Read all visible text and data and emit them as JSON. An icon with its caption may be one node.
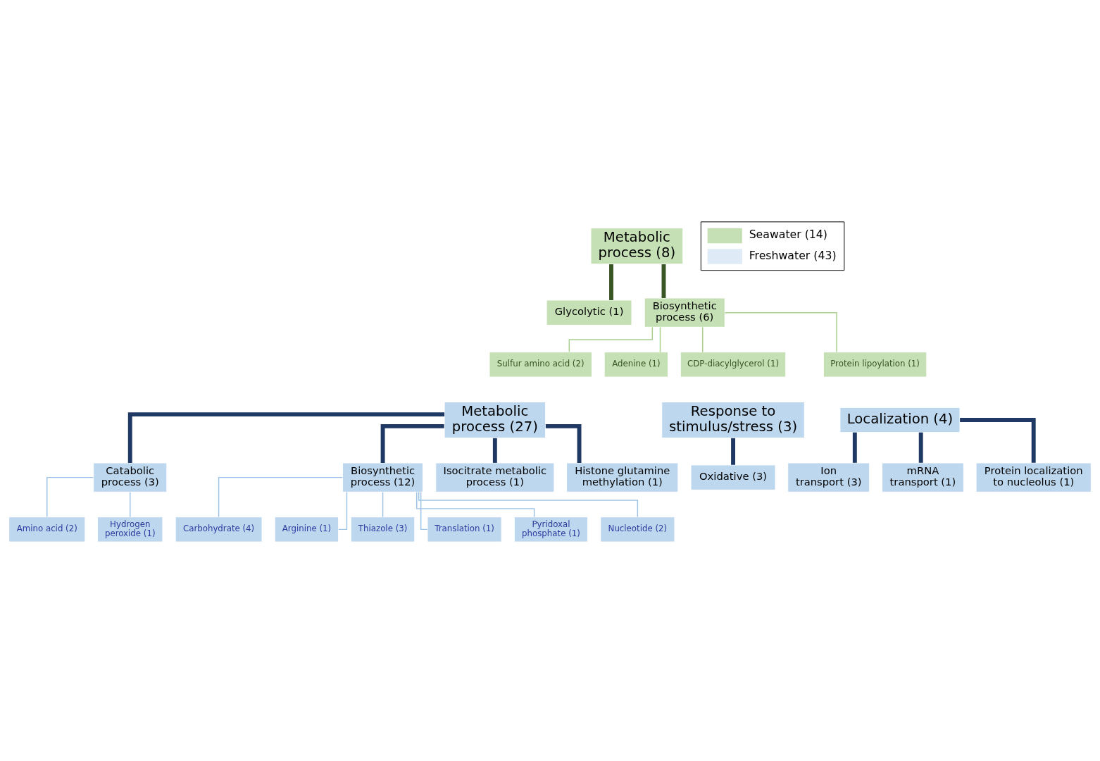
{
  "diagram": {
    "nodes": [
      {
        "text": [
          "Metabolic process (8)"
        ]
      },
      {
        "text": [
          "Glycolytic (1)"
        ]
      },
      {
        "text": [
          "Biosynthetic process (6)"
        ]
      },
      {
        "text": [
          "Sulfur amino acid (2)"
        ]
      },
      {
        "text": [
          "Adenine (1)"
        ]
      },
      {
        "text": [
          "CDP-diacylglycerol (1)"
        ]
      },
      {
        "text": [
          "Protein lipoylation (1)"
        ]
      },
      {
        "text": [
          "Metabolic process (27)"
        ]
      },
      {
        "text": [
          "Response to stimulus/stress (3)"
        ]
      },
      {
        "text": [
          "Localization (4)"
        ]
      },
      {
        "text": [
          "Catabolic process (3)"
        ]
      },
      {
        "text": [
          "Biosynthetic process (12)"
        ]
      },
      {
        "text": [
          "Oxidative (3)"
        ]
      },
      {
        "text": [
          "Ion transport (3)"
        ]
      },
      {
        "text": [
          "mRNA transport (1)"
        ]
      },
      {
        "text": [
          "Amino acid (2)"
        ]
      },
      {
        "text": [
          "Hydrogen peroxide (1)"
        ]
      },
      {
        "text": [
          "Carbohydrate (4)"
        ]
      },
      {
        "text": [
          "Arginine (1)"
        ]
      },
      {
        "text": [
          "Thiazole (3)"
        ]
      },
      {
        "text": [
          "Translation (1)"
        ]
      },
      {
        "text": [
          "Pyridoxal phosphate (1)"
        ]
      },
      {
        "text": [
          "Nucleotide (2)"
        ]
      },
      {
        "text": [
          "Protein localization to nucleolus (1)"
        ]
      },
      {
        "text": [
          "Isocitrate metabolic process (1)"
        ]
      },
      {
        "text": [
          "Histone glutamine methylation (1)"
        ]
      }
    ],
    "edges": [
      {
        "from": 0,
        "to": 1,
        "arrow": "none",
        "style": "thick",
        "color": "#375623"
      },
      {
        "from": 0,
        "to": 2,
        "arrow": "none",
        "style": "thick",
        "color": "#375623"
      },
      {
        "from": 2,
        "to": 3,
        "arrow": "none",
        "color": "#a9d18e"
      },
      {
        "from": 2,
        "to": 4,
        "arrow": "none",
        "color": "#a9d18e"
      },
      {
        "from": 2,
        "to": 5,
        "arrow": "none",
        "color": "#a9d18e"
      },
      {
        "from": 2,
        "to": 6,
        "arrow": "none",
        "color": "#a9d18e"
      },
      {
        "from": 7,
        "to": 10,
        "arrow": "none",
        "style": "thick",
        "color": "#1f3864"
      },
      {
        "from": 7,
        "to": 11,
        "arrow": "none",
        "style": "thick",
        "color": "#1f3864"
      },
      {
        "from": 7,
        "to": 24,
        "arrow": "none",
        "style": "thick",
        "color": "#1f3864"
      },
      {
        "from": 7,
        "to": 25,
        "arrow": "none",
        "style": "thick",
        "color": "#1f3864"
      },
      {
        "from": 8,
        "to": 12,
        "arrow": "none",
        "style": "thick",
        "color": "#1f3864"
      },
      {
        "from": 9,
        "to": 13,
        "arrow": "none",
        "style": "thick",
        "color": "#1f3864"
      },
      {
        "from": 9,
        "to": 14,
        "arrow": "none",
        "style": "thick",
        "color": "#1f3864"
      },
      {
        "from": 9,
        "to": 23,
        "arrow": "none",
        "style": "thick",
        "color": "#1f3864"
      },
      {
        "from": 10,
        "to": 15,
        "arrow": "none",
        "color": "#9dc3e6"
      },
      {
        "from": 10,
        "to": 16,
        "arrow": "none",
        "color": "#9dc3e6"
      },
      {
        "from": 11,
        "to": 17,
        "arrow": "none",
        "color": "#9dc3e6"
      },
      {
        "from": 11,
        "to": 18,
        "arrow": "none",
        "color": "#9dc3e6"
      },
      {
        "from": 11,
        "to": 19,
        "arrow": "none",
        "color": "#9dc3e6"
      },
      {
        "from": 11,
        "to": 20,
        "arrow": "none",
        "color": "#9dc3e6"
      },
      {
        "from": 11,
        "to": 21,
        "arrow": "none",
        "color": "#9dc3e6"
      },
      {
        "from": 11,
        "to": 22,
        "arrow": "none",
        "color": "#9dc3e6"
      }
    ],
    "legend": [
      {
        "text": "Seawater (14)",
        "color": "#c5e0b4"
      },
      {
        "text": "Freshwater (43)",
        "color": "#deebf7"
      }
    ]
  }
}
